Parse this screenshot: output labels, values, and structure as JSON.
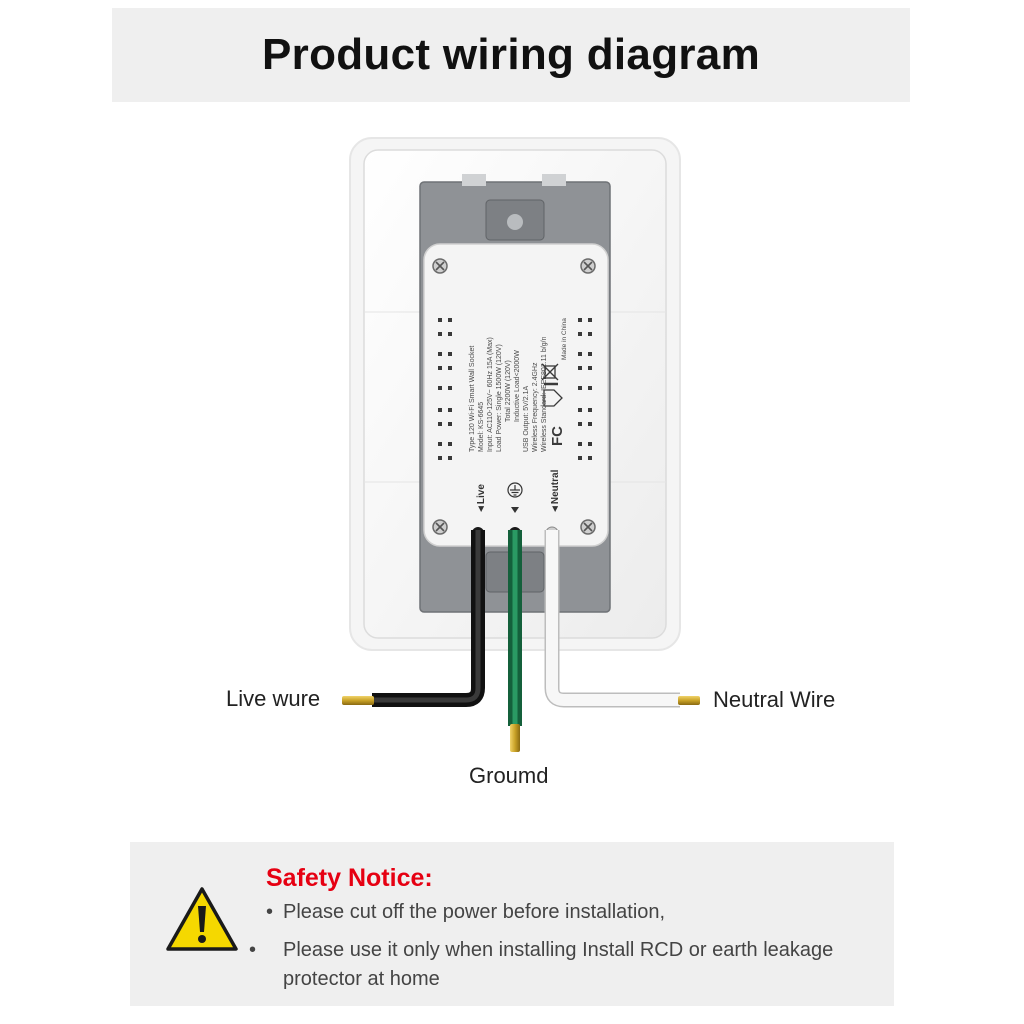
{
  "header": {
    "title": "Product wiring diagram"
  },
  "device": {
    "label_lines": [
      "Type 120 Wi-Fi Smart Wall Socket",
      "Model: KS-6645",
      "Input: AC110-125V~ 60Hz 15A (Max)",
      "Load Power: Single 1500W (120V)",
      "Total 2200W (120V)",
      "Inductive Load<2000W",
      "USB Output: 5V/2.1A",
      "Wireless Frequency: 2.4GHz",
      "Wireless Standard: IEEE802.11 b/g/n"
    ],
    "made_in": "Made in China",
    "fcc_mark": "FC",
    "terminals": {
      "live": "◄Live",
      "neutral": "◄Neutral"
    }
  },
  "wires": {
    "live_label": "Live wure",
    "neutral_label": "Neutral Wire",
    "ground_label": "Groumd"
  },
  "colors": {
    "live_wire": "#1e1e1e",
    "ground_wire": "#1c7a4c",
    "neutral_wire": "#f4f4f4",
    "brass": "#c9a227",
    "warning_red": "#e60012",
    "warning_yellow": "#f5d800"
  },
  "safety": {
    "title": "Safety Notice:",
    "bullet": "•",
    "items": [
      "Please cut off the power before installation,",
      "Please use it only when installing Install RCD or earth leakage protector at home"
    ]
  }
}
